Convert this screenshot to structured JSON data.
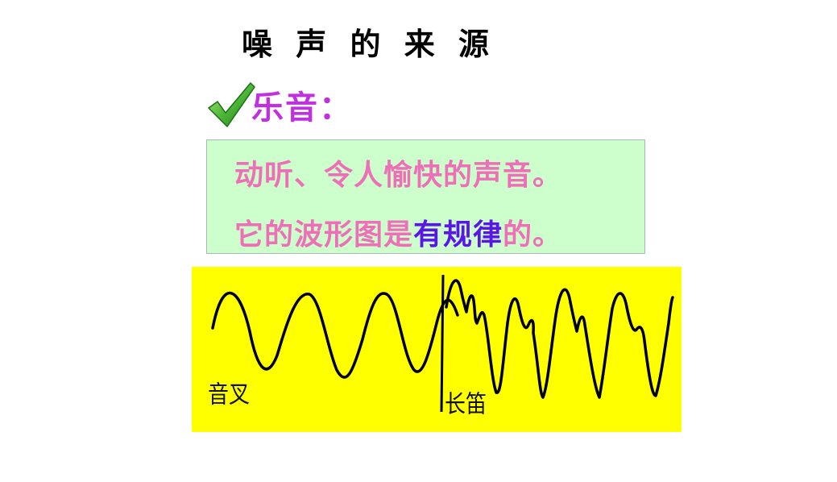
{
  "slide": {
    "title": "噪 声 的 来 源",
    "heading": "乐音：",
    "description": {
      "line1": "动听、令人愉快的声音。",
      "line2_prefix": "它的波形图是",
      "line2_highlight": "有规律",
      "line2_suffix": "的。"
    },
    "waveforms": {
      "left_label": "音叉",
      "right_label": "长笛"
    }
  },
  "colors": {
    "title": "#000000",
    "heading": "#c030e0",
    "description_text": "#ee6fb8",
    "highlight": "#5a16e8",
    "box_background": "#ccffcc",
    "panel_background": "#ffff00",
    "check": "#3aa02a"
  },
  "icons": {
    "heading_marker": "checkmark-icon"
  }
}
